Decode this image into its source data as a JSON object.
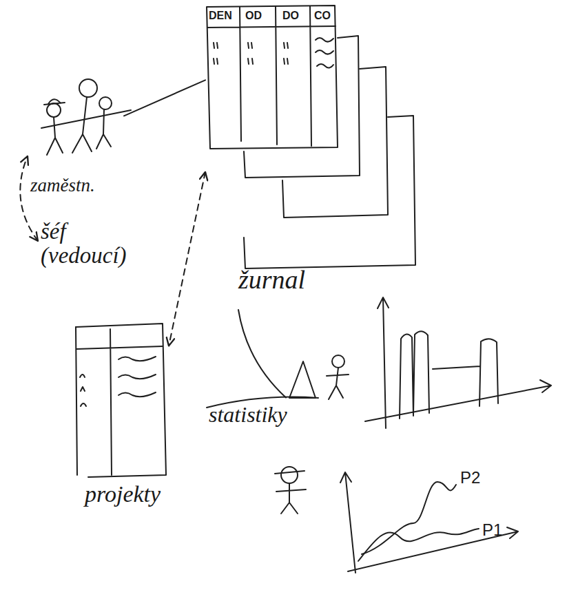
{
  "diagram": {
    "nodes": [
      {
        "text": [
          "zaměstn."
        ]
      },
      {
        "text": [
          "šéf (vedoucí)"
        ]
      },
      {
        "text": [
          "žurnal"
        ]
      },
      {
        "text": [
          "projekty"
        ]
      },
      {
        "text": [
          "statistiky"
        ]
      }
    ],
    "edges": [
      {
        "from": 0,
        "to": 2,
        "arrow": "none"
      },
      {
        "from": 1,
        "to": 0,
        "arrow": "both"
      },
      {
        "from": 2,
        "to": 3,
        "arrow": "both"
      },
      {
        "from": 2,
        "to": 4,
        "arrow": "none"
      }
    ],
    "labels": [
      "DEN",
      "OD",
      "DO",
      "CO",
      "P2",
      "P1"
    ]
  }
}
